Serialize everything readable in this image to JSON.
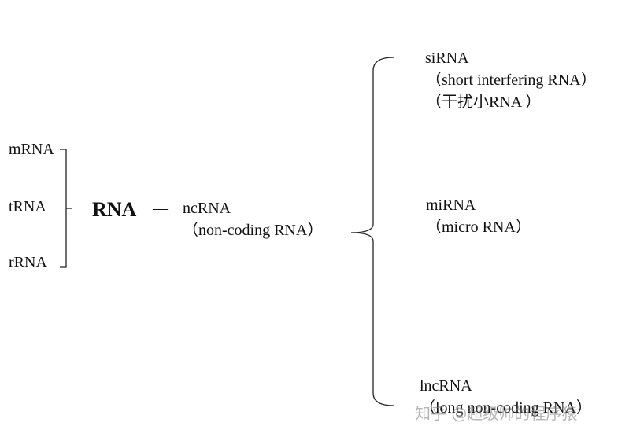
{
  "left_items": [
    "mRNA",
    "tRNA",
    "rRNA"
  ],
  "center": {
    "rna": "RNA",
    "dash": "—"
  },
  "ncrna": {
    "name": "ncRNA",
    "full": "（non-coding RNA）"
  },
  "branches": {
    "sirna": {
      "name": "siRNA",
      "full": "（short interfering RNA）",
      "cn": "（干扰小RNA ）"
    },
    "mirna": {
      "name": "miRNA",
      "full": "（micro RNA）"
    },
    "lncrna": {
      "name": "lncRNA",
      "full": "（long non-coding RNA）"
    }
  },
  "watermark": "知乎 @超级帅的程序猿"
}
